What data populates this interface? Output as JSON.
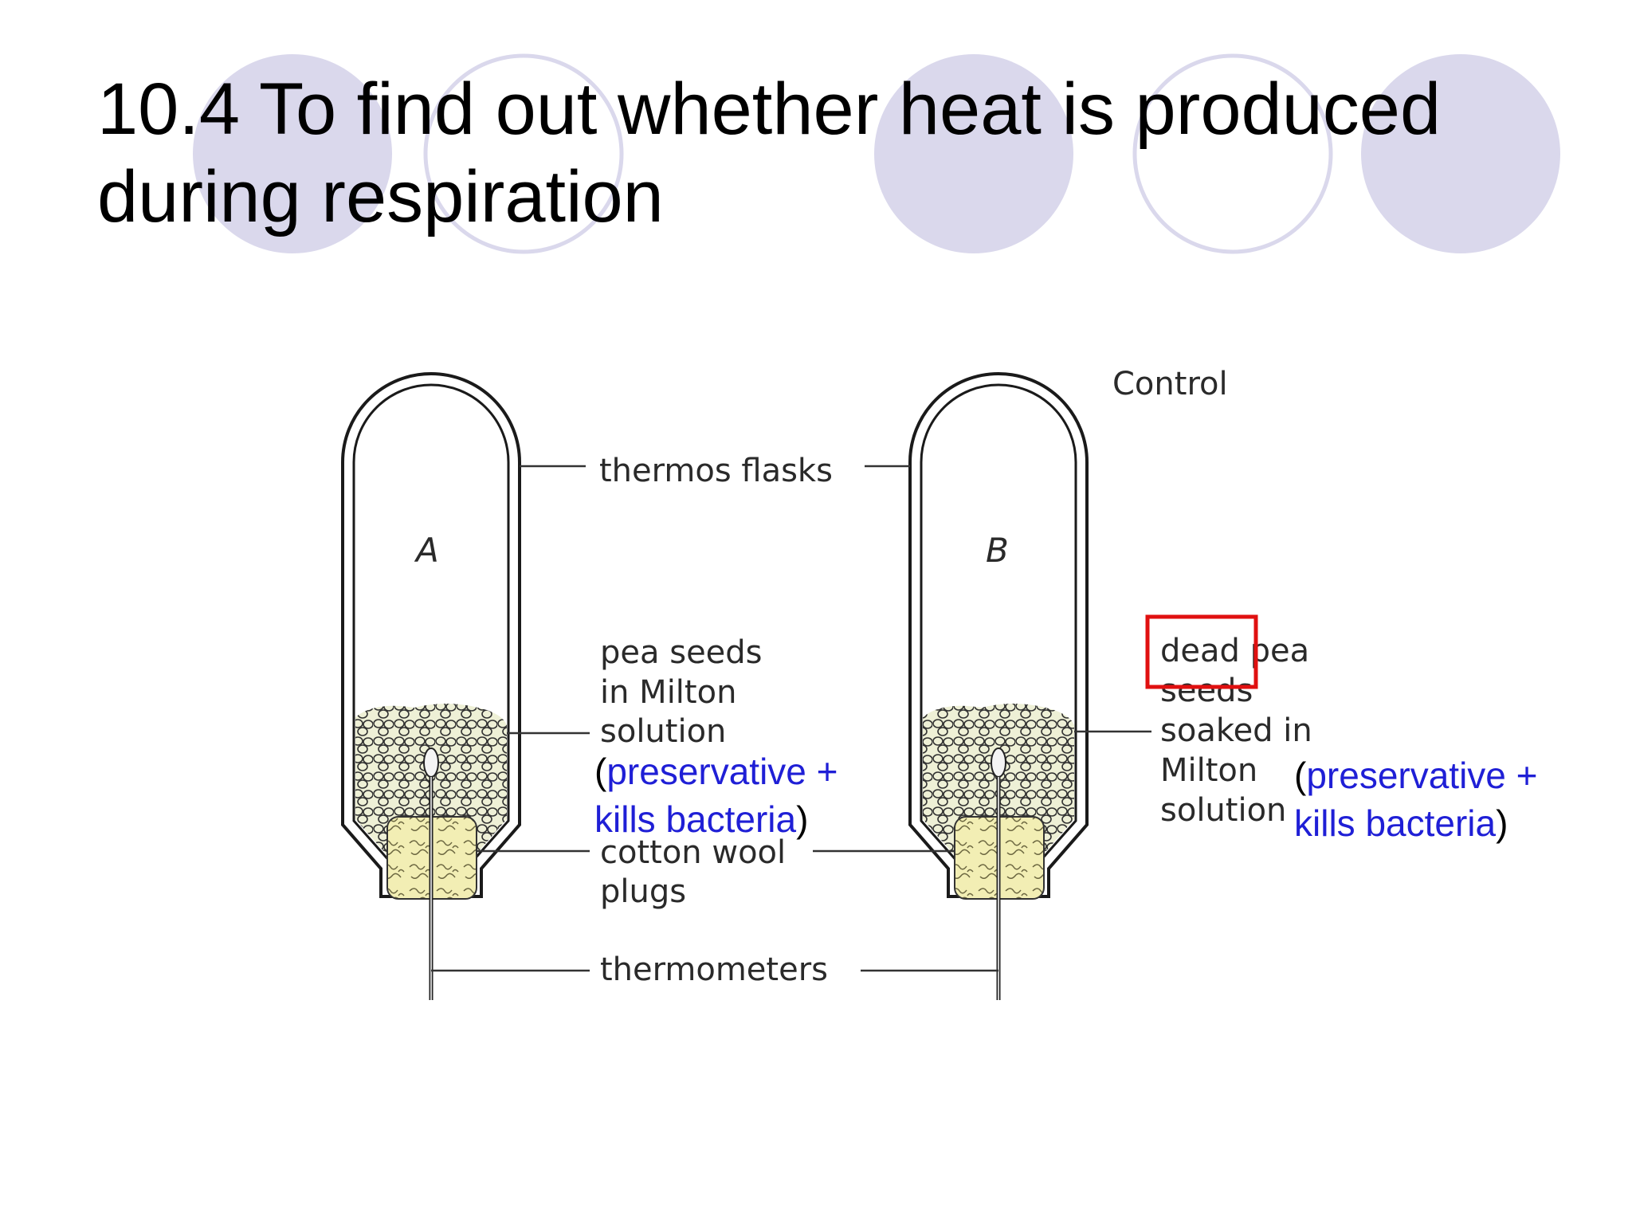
{
  "title": {
    "line1": "10.4 To find out whether heat is produced",
    "line2": "during respiration"
  },
  "diagram": {
    "flask_a_letter": "A",
    "flask_b_letter": "B",
    "control_label": "Control",
    "thermos_label": "thermos flasks",
    "pea_a_label": [
      "pea seeds",
      "in Milton",
      "solution"
    ],
    "cotton_label": [
      "cotton wool",
      "plugs"
    ],
    "thermometers_label": "thermometers",
    "pea_b_label": [
      "dead pea",
      "seeds",
      "soaked in",
      "Milton",
      "solution"
    ],
    "highlight_word": "dead"
  },
  "annotation_a": {
    "open": "(",
    "line1": "preservative +",
    "line2": "kills bacteria",
    "close": ")"
  },
  "annotation_b": {
    "open": "(",
    "line1": "preservative +",
    "line2": "kills bacteria",
    "close": ")"
  },
  "colors": {
    "decor_circle": "#dad8ec",
    "annotation_blue": "#1f1fd6",
    "highlight_box": "#e01010",
    "seed_fill": "#eef0d6",
    "cotton_fill": "#f2eeb4"
  }
}
